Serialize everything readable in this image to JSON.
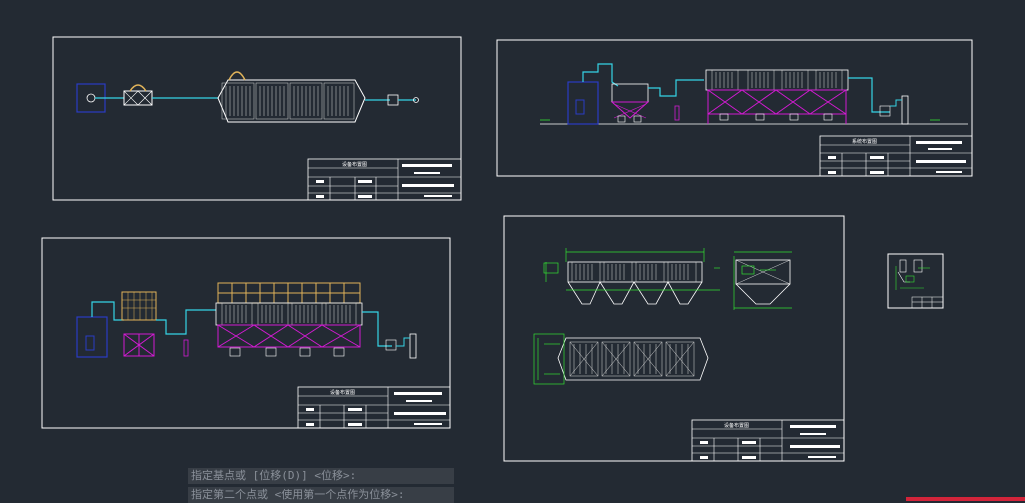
{
  "app": {
    "name": "CAD drawing workspace"
  },
  "sheets": [
    {
      "id": "sheet-top-left",
      "title_block_label": "设备布置图"
    },
    {
      "id": "sheet-top-right",
      "title_block_label": "系统布置图"
    },
    {
      "id": "sheet-bottom-left",
      "title_block_label": "设备布置图"
    },
    {
      "id": "sheet-bottom-right",
      "title_block_label": "设备布置图"
    },
    {
      "id": "sheet-small",
      "title_block_label": ""
    }
  ],
  "command_line": {
    "prompt_1": "指定基点或 [位移(D)] <位移>:",
    "prompt_2": "指定第二个点或 <使用第一个点作为位移>:"
  },
  "colors": {
    "background": "#232a33",
    "frame": "#ffffff",
    "duct": "#35d4e6",
    "equipment": "#d9d9d9",
    "support": "#d21bd2",
    "dimension": "#33e033",
    "blower": "#1f2ea0",
    "platform": "#e0b35a"
  }
}
